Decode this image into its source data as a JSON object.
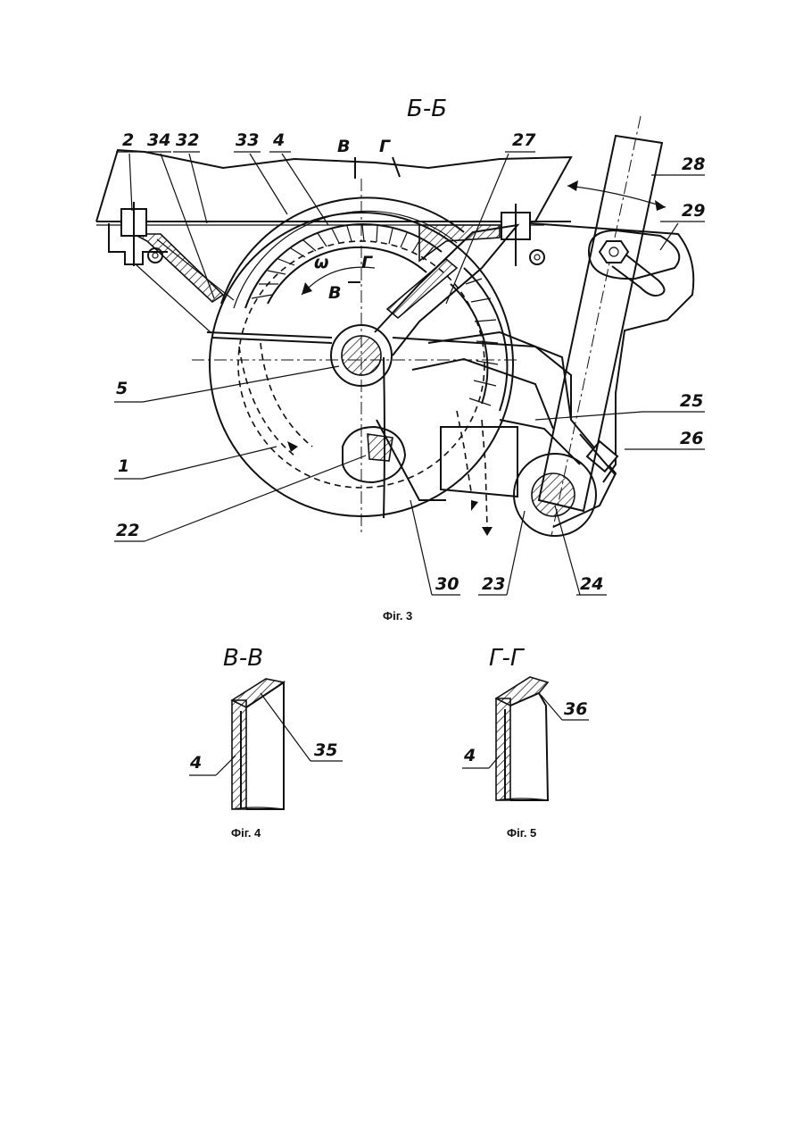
{
  "figure3": {
    "section_title": "Б-Б",
    "caption": "Фіг. 3",
    "section_marks": [
      "В",
      "Г",
      "Г",
      "В"
    ],
    "omega": "ω",
    "labels": [
      "2",
      "34",
      "32",
      "33",
      "4",
      "27",
      "28",
      "29",
      "5",
      "25",
      "26",
      "1",
      "22",
      "30",
      "23",
      "24"
    ]
  },
  "figure4": {
    "section_title": "В-В",
    "caption": "Фіг. 4",
    "labels": [
      "4",
      "35"
    ]
  },
  "figure5": {
    "section_title": "Г-Г",
    "caption": "Фіг. 5",
    "labels": [
      "4",
      "36"
    ]
  }
}
